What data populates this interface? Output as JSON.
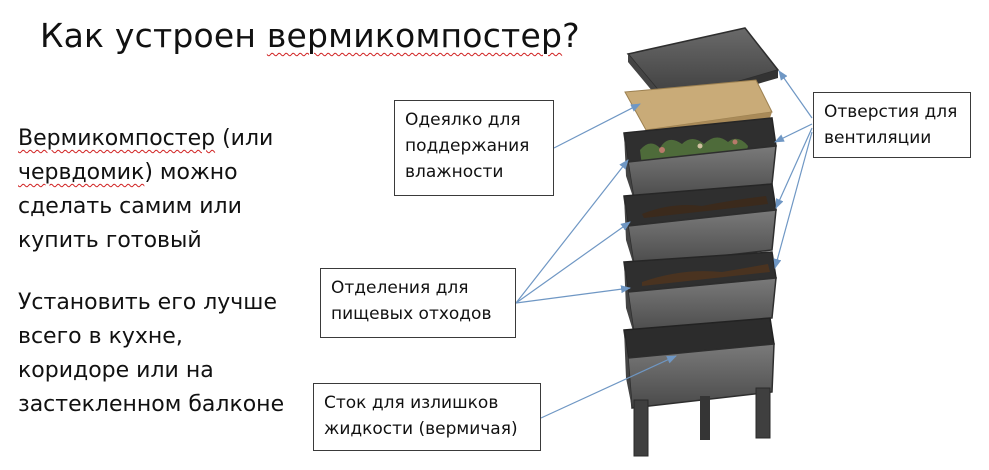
{
  "title": {
    "prefix": "Как устроен ",
    "underlined": "вермикомпостер",
    "suffix": "?"
  },
  "paragraph1": {
    "line1_underlined": "Вермикомпостер",
    "line1_rest": " (или",
    "line2_underlined": "червдомик",
    "line2_rest": ") можно",
    "line3": "сделать самим или",
    "line4": "купить готовый"
  },
  "paragraph2": {
    "line1": "Установить его лучше",
    "line2": "всего в кухне,",
    "line3": "коридоре или на",
    "line4": "застекленном балконе"
  },
  "callouts": {
    "blanket": {
      "line1": "Одеялко для",
      "line2": "поддержания",
      "line3": "влажности"
    },
    "vents": {
      "line1": "Отверстия для",
      "line2": "вентиляции"
    },
    "trays": {
      "line1": "Отделения для",
      "line2": "пищевых отходов"
    },
    "drain": {
      "line1": "Сток для излишков",
      "line2": "жидкости (вермичая)"
    }
  },
  "colors": {
    "arrow": "#6f97c4",
    "tray": "#5c5c5c",
    "tray_dark": "#3a3a3a",
    "blanket": "#c9ab78",
    "soil": "#3b2a1c",
    "spellcheck": "#d02020"
  }
}
